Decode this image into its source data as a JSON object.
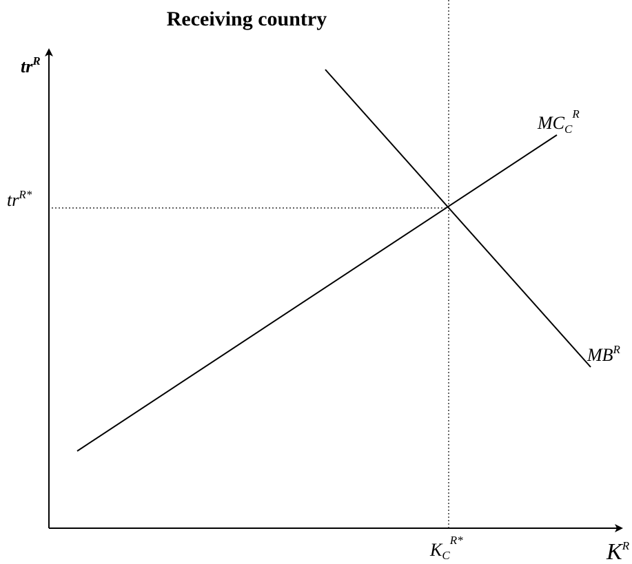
{
  "title": "Receiving country",
  "y_axis": {
    "base": "tr",
    "sup": "R"
  },
  "x_axis": {
    "base": "K",
    "sup": "R"
  },
  "equilibrium_y": {
    "base": "tr",
    "sup": "R*"
  },
  "equilibrium_x": {
    "base": "K",
    "sub": "C",
    "sup": "R*"
  },
  "curves": {
    "mc": {
      "base": "MC",
      "sub": "C",
      "sup": "R"
    },
    "mb": {
      "base": "MB",
      "sup": "R"
    }
  },
  "colors": {
    "line": "#000000",
    "background": "#ffffff"
  }
}
